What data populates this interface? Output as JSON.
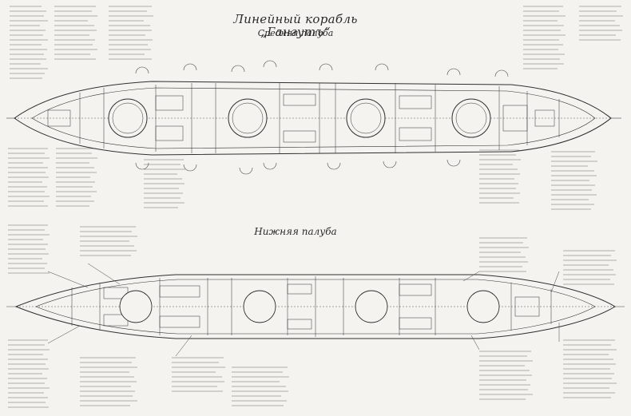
{
  "drawing": {
    "title": "Линейный корабль „Гангутъ“",
    "upper_deck_title": "Средняя палуба",
    "lower_deck_title": "Нижняя палуба"
  },
  "colors": {
    "paper": "#f4f3ef",
    "ink": "#2f2f2f"
  }
}
